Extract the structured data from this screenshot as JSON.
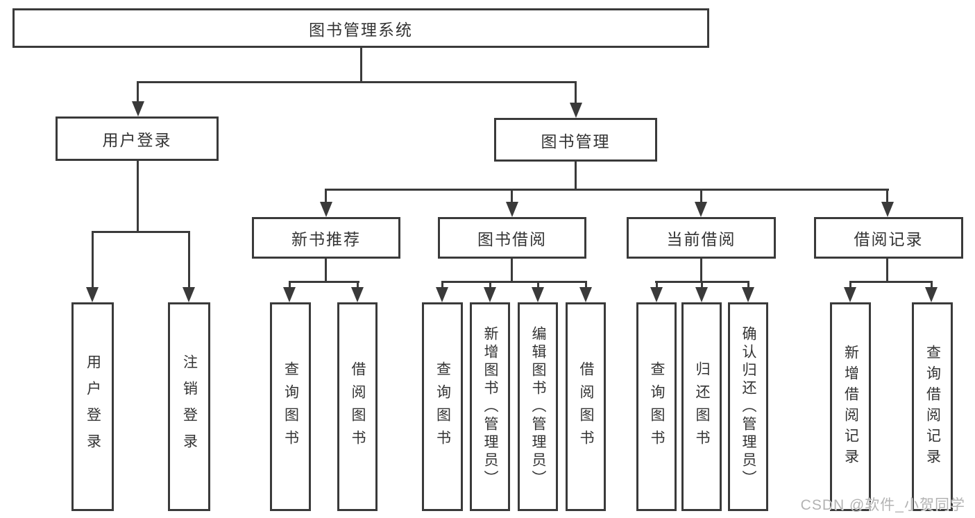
{
  "diagram": {
    "watermark": "CSDN @软件_小贺同学",
    "colors": {
      "line": "#3a3a3a",
      "text": "#333333",
      "watermark": "#b3b3b3",
      "bg": "#ffffff"
    },
    "tree": {
      "root": {
        "label": "图书管理系统",
        "children": [
          {
            "label": "用户登录",
            "children": [
              {
                "label": "用户登录"
              },
              {
                "label": "注销登录"
              }
            ]
          },
          {
            "label": "图书管理",
            "children": [
              {
                "label": "新书推荐",
                "children": [
                  {
                    "label": "查询图书"
                  },
                  {
                    "label": "借阅图书"
                  }
                ]
              },
              {
                "label": "图书借阅",
                "children": [
                  {
                    "label": "查询图书"
                  },
                  {
                    "label": "新增图书（管理员）"
                  },
                  {
                    "label": "编辑图书（管理员）"
                  },
                  {
                    "label": "借阅图书"
                  }
                ]
              },
              {
                "label": "当前借阅",
                "children": [
                  {
                    "label": "查询图书"
                  },
                  {
                    "label": "归还图书"
                  },
                  {
                    "label": "确认归还（管理员）"
                  }
                ]
              },
              {
                "label": "借阅记录",
                "children": [
                  {
                    "label": "新增借阅记录"
                  },
                  {
                    "label": "查询借阅记录"
                  }
                ]
              }
            ]
          }
        ]
      }
    }
  }
}
